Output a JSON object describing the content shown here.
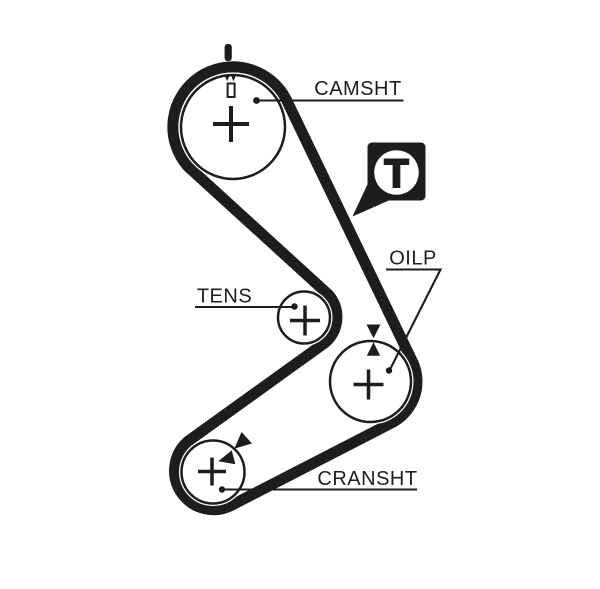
{
  "figure": {
    "background_color": "#ffffff",
    "ink_color": "#1d1d1b",
    "labels": {
      "camshaft": "CAMSHT",
      "tensioner": "TENS",
      "oil_pump": "OILP",
      "crankshaft": "CRANSHT"
    },
    "badge": {
      "letter": "T"
    }
  }
}
